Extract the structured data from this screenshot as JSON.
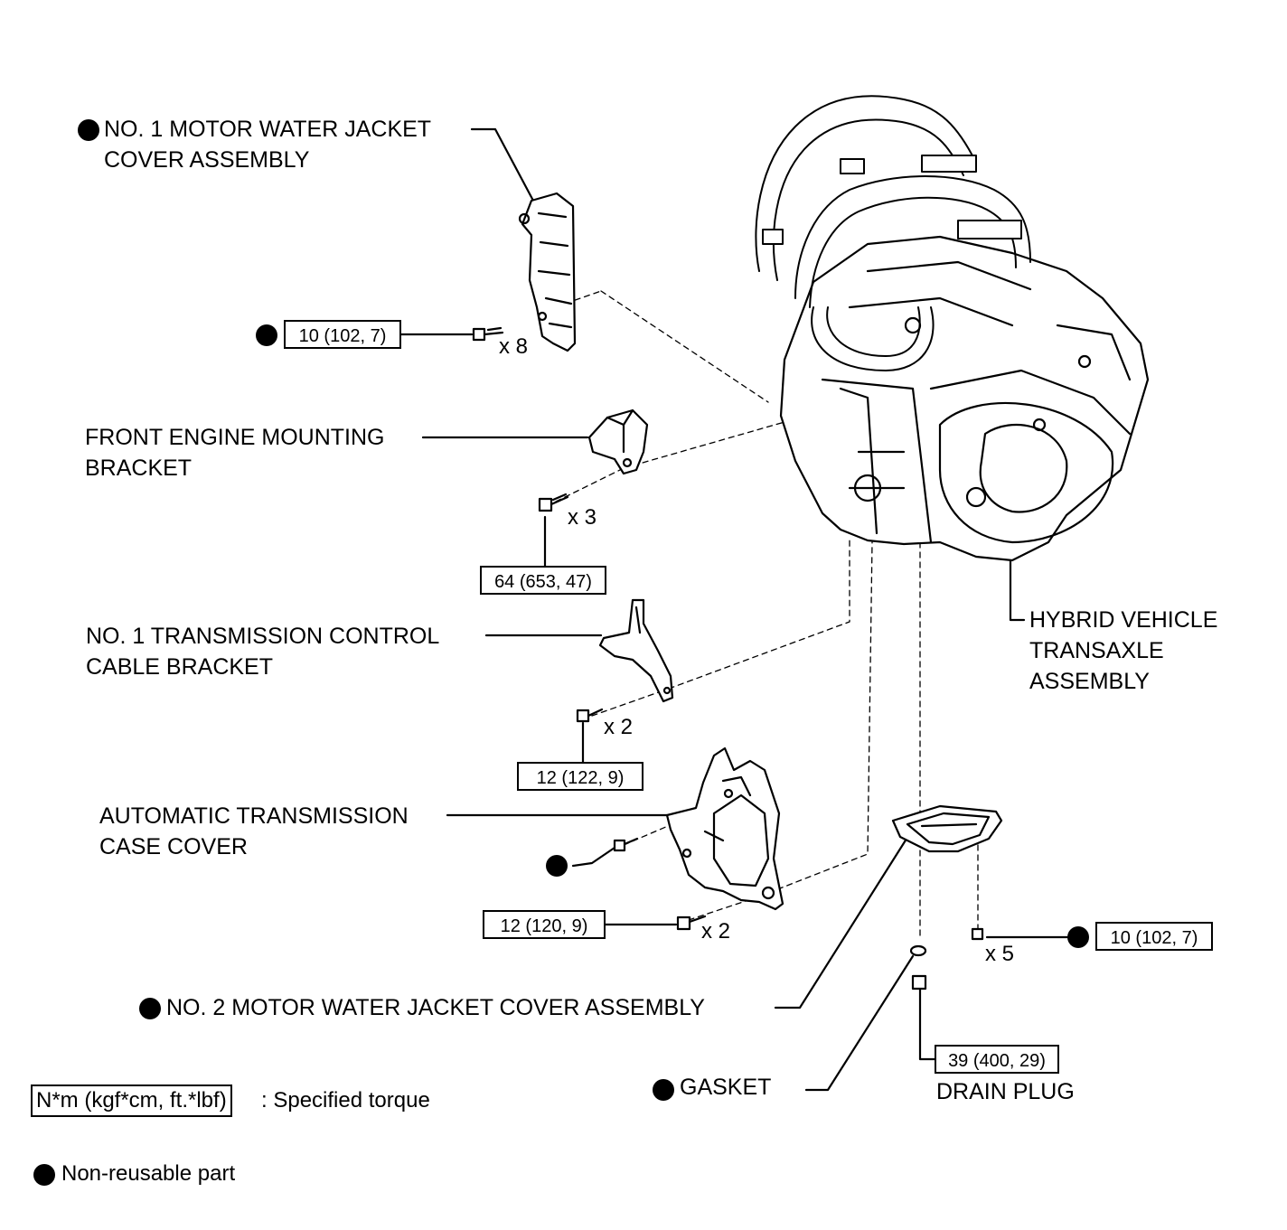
{
  "labels": {
    "motor_jacket_1": [
      "NO. 1 MOTOR WATER JACKET",
      "COVER ASSEMBLY"
    ],
    "engine_mount": [
      "FRONT ENGINE MOUNTING",
      "BRACKET"
    ],
    "control_cable": [
      "NO. 1 TRANSMISSION CONTROL",
      "CABLE BRACKET"
    ],
    "case_cover": [
      "AUTOMATIC TRANSMISSION",
      "CASE COVER"
    ],
    "motor_jacket_2": "NO. 2 MOTOR WATER JACKET COVER ASSEMBLY",
    "transaxle": [
      "HYBRID VEHICLE",
      "TRANSAXLE",
      "ASSEMBLY"
    ],
    "gasket": "GASKET",
    "drain_plug": "DRAIN PLUG"
  },
  "torques": {
    "jacket1_bolts": "10 (102, 7)",
    "mount_bolts": "64 (653, 47)",
    "cable_bolts": "12 (122, 9)",
    "case_bolts": "12 (120, 9)",
    "jacket2_bolts": "10 (102, 7)",
    "drain": "39 (400, 29)"
  },
  "quantities": {
    "jacket1": "x 8",
    "mount": "x 3",
    "cable": "x 2",
    "case": "x 2",
    "jacket2": "x 5"
  },
  "legend": {
    "torque_box": "N*m (kgf*cm, ft.*lbf)",
    "torque_text": ": Specified torque",
    "nonreusable_text": "Non-reusable part"
  }
}
